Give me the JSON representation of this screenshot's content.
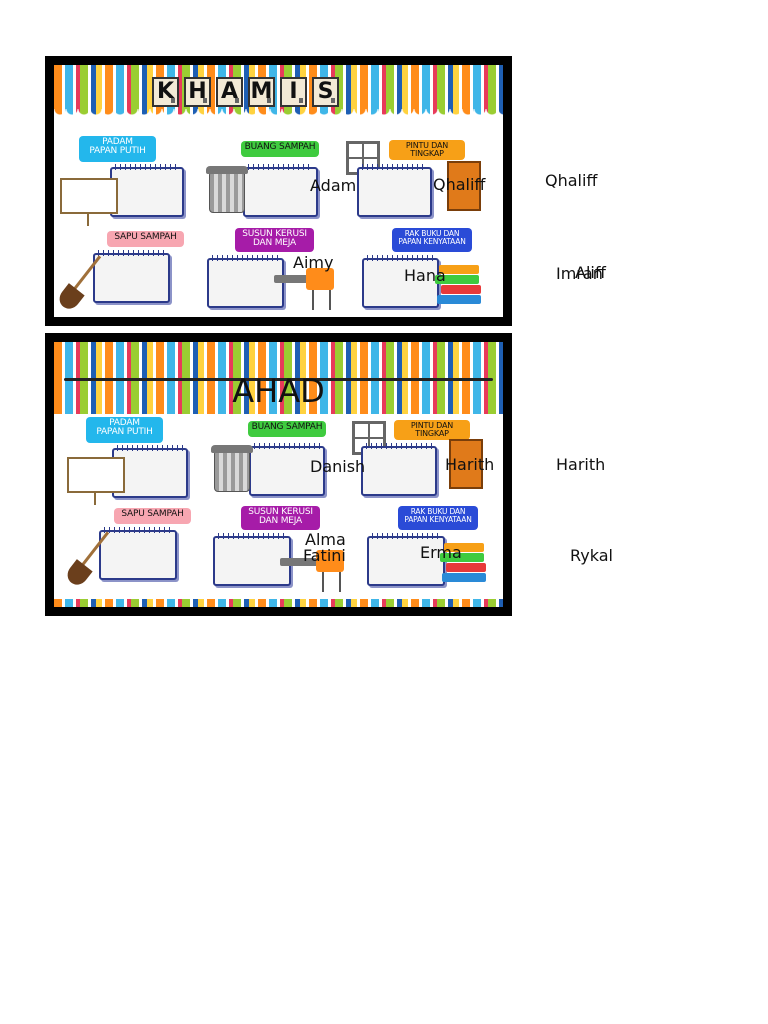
{
  "khamis": {
    "title_letters": [
      "K",
      "H",
      "A",
      "M",
      "I",
      "S"
    ],
    "labels": {
      "padam": "PADAM\nPAPAN PUTIH",
      "buang": "BUANG SAMPAH",
      "pintu": "PINTU DAN\nTINGKAP",
      "sapu": "SAPU SAMPAH",
      "susun": "SUSUN KERUSI\nDAN MEJA",
      "rak": "RAK BUKU DAN\nPAPAN KENYATAAN"
    },
    "names": {
      "adam": "Adam",
      "qhaliff_inner": "Qhaliff",
      "aimy": "Aimy",
      "hana": "Hana"
    }
  },
  "ahad": {
    "title": "AHAD",
    "labels": {
      "padam": "PADAM\nPAPAN PUTIH",
      "buang": "BUANG SAMPAH",
      "pintu": "PINTU DAN\nTINGKAP",
      "sapu": "SAPU SAMPAH",
      "susun": "SUSUN KERUSI\nDAN MEJA",
      "rak": "RAK BUKU DAN\nPAPAN KENYATAAN"
    },
    "names": {
      "danish": "Danish",
      "harith_inner": "Harith",
      "alma": "Alma",
      "fatini": "Fatini",
      "erma": "Erma"
    }
  },
  "outside_names": {
    "qhaliff": "Qhaliff",
    "imran": "Imran",
    "aliff": "Aliff",
    "harith": "Harith",
    "rykal": "Rykal"
  }
}
